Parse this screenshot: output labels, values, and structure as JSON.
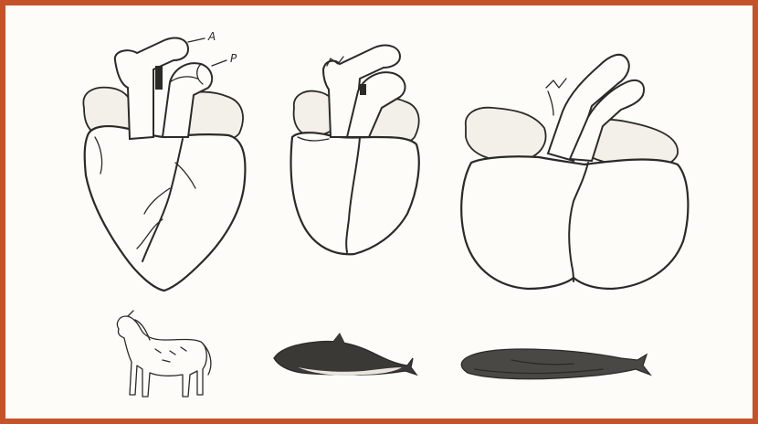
{
  "figure": {
    "border_color": "#c5532a",
    "labels": {
      "aorta": "A",
      "pulmonary": "P"
    },
    "hearts": [
      {
        "id": "horse-heart",
        "animal": "horse"
      },
      {
        "id": "dolphin-heart",
        "animal": "dolphin"
      },
      {
        "id": "whale-heart",
        "animal": "whale"
      }
    ],
    "animals": [
      {
        "id": "horse",
        "icon": "horse-icon"
      },
      {
        "id": "dolphin",
        "icon": "dolphin-icon"
      },
      {
        "id": "whale",
        "icon": "whale-icon"
      }
    ]
  }
}
